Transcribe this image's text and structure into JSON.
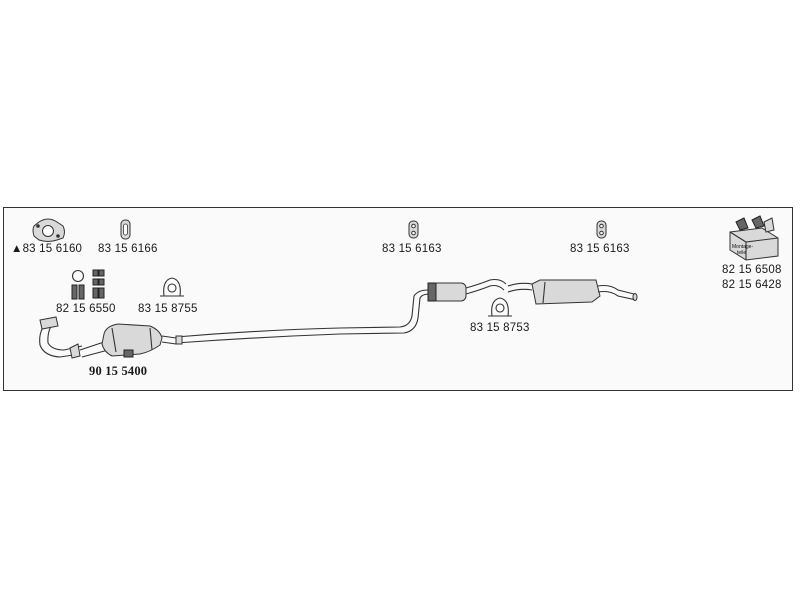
{
  "parts": {
    "flange_gasket": "▲83 15 6160",
    "seal_ring_small": "83 15 6166",
    "bolts": "82 15 6550",
    "clamp_front": "83 15 8755",
    "catalytic_converter": "90 15 5400",
    "hanger_center": "83 15 6163",
    "hanger_rear": "83 15 6163",
    "clamp_rear": "83 15 8753",
    "mounting_kit_1": "82 15 6508",
    "mounting_kit_2": "82 15 6428",
    "mounting_kit_box_text_1": "Montage-",
    "mounting_kit_box_text_2": "teile"
  }
}
